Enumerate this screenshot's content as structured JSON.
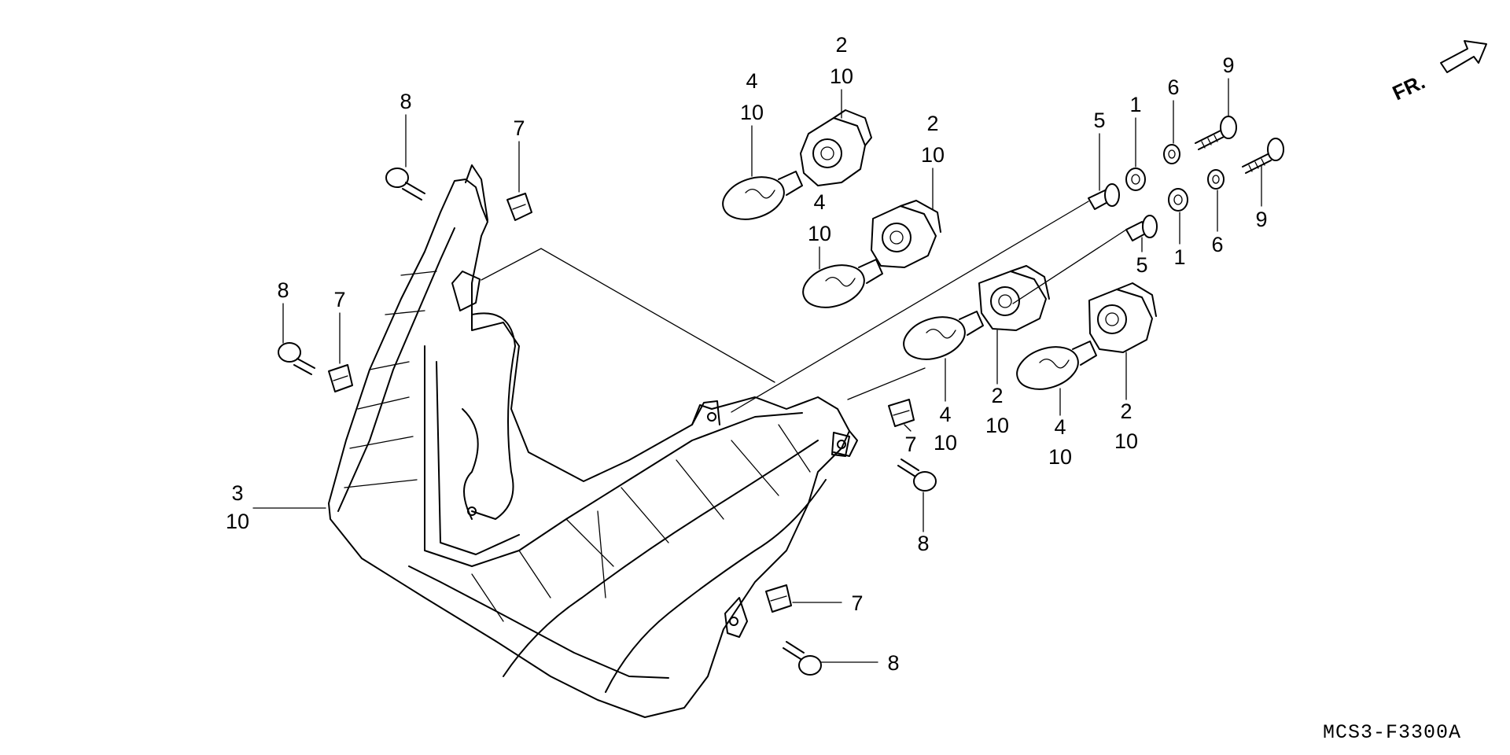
{
  "diagram": {
    "direction_label": "FR.",
    "code": "MCS3-F3300A"
  },
  "callouts": [
    {
      "id": "c1",
      "lines": [
        "8"
      ]
    },
    {
      "id": "c2",
      "lines": [
        "7"
      ]
    },
    {
      "id": "c3",
      "lines": [
        "8"
      ]
    },
    {
      "id": "c4",
      "lines": [
        "7"
      ]
    },
    {
      "id": "c5",
      "lines": [
        "3",
        "10"
      ]
    },
    {
      "id": "c6",
      "lines": [
        "4",
        "10"
      ]
    },
    {
      "id": "c7",
      "lines": [
        "2",
        "10"
      ]
    },
    {
      "id": "c8",
      "lines": [
        "2",
        "10"
      ]
    },
    {
      "id": "c9",
      "lines": [
        "4",
        "10"
      ]
    },
    {
      "id": "c10",
      "lines": [
        "5"
      ]
    },
    {
      "id": "c11",
      "lines": [
        "1"
      ]
    },
    {
      "id": "c12",
      "lines": [
        "6"
      ]
    },
    {
      "id": "c13",
      "lines": [
        "9"
      ]
    },
    {
      "id": "c14",
      "lines": [
        "9"
      ]
    },
    {
      "id": "c15",
      "lines": [
        "6"
      ]
    },
    {
      "id": "c16",
      "lines": [
        "1"
      ]
    },
    {
      "id": "c17",
      "lines": [
        "5"
      ]
    },
    {
      "id": "c18",
      "lines": [
        "4",
        "10"
      ]
    },
    {
      "id": "c19",
      "lines": [
        "2",
        "10"
      ]
    },
    {
      "id": "c20",
      "lines": [
        "4",
        "10"
      ]
    },
    {
      "id": "c21",
      "lines": [
        "2",
        "10"
      ]
    },
    {
      "id": "c22",
      "lines": [
        "7"
      ]
    },
    {
      "id": "c23",
      "lines": [
        "8"
      ]
    },
    {
      "id": "c24",
      "lines": [
        "7"
      ]
    },
    {
      "id": "c25",
      "lines": [
        "8"
      ]
    }
  ]
}
